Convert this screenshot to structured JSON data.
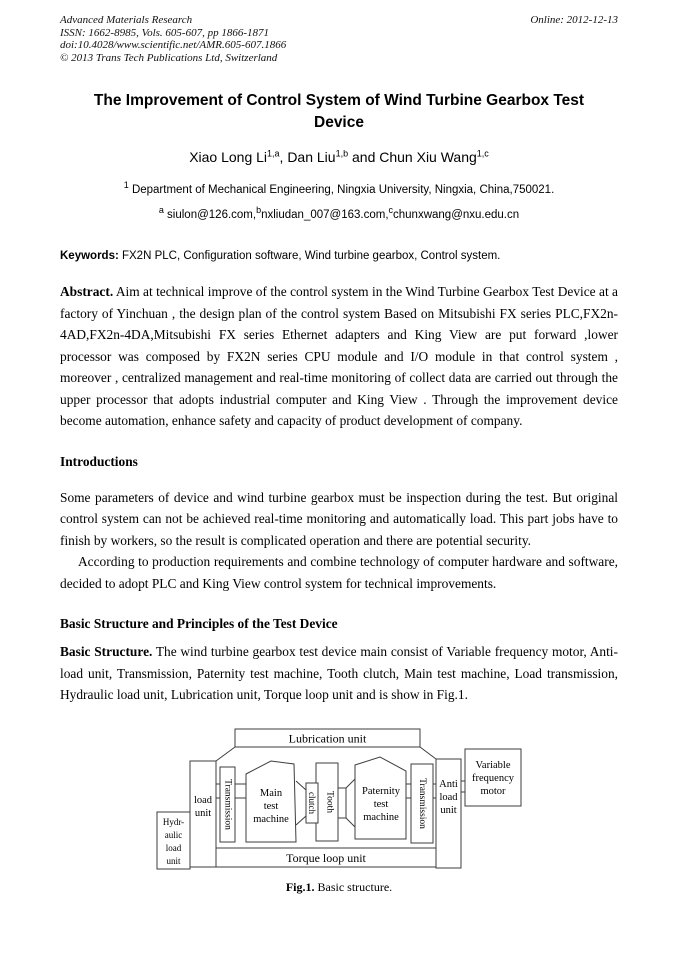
{
  "header": {
    "journal": "Advanced Materials Research",
    "issn": "ISSN: 1662-8985, Vols. 605-607, pp 1866-1871",
    "doi": "doi:10.4028/www.scientific.net/AMR.605-607.1866",
    "copyright": "© 2013 Trans Tech Publications Ltd, Switzerland",
    "online": "Online: 2012-12-13"
  },
  "title": "The Improvement of Control System of Wind Turbine Gearbox Test Device",
  "authors": [
    {
      "name": "Xiao Long Li",
      "sup": "1,a"
    },
    {
      "name": ", Dan Liu",
      "sup": "1,b"
    },
    {
      "name": " and Chun Xiu Wang",
      "sup": "1,c"
    }
  ],
  "affiliation": {
    "sup": "1",
    "text": " Department of Mechanical Engineering, Ningxia University, Ningxia, China,750021."
  },
  "emails": [
    {
      "sup": "a",
      "text": " siulon@126.com,"
    },
    {
      "sup": "b",
      "text": "nxliudan_007@163.com,"
    },
    {
      "sup": "c",
      "text": "chunxwang@nxu.edu.cn"
    }
  ],
  "keywords": {
    "label": "Keywords:",
    "text": " FX2N PLC, Configuration software, Wind turbine gearbox, Control system."
  },
  "abstract": {
    "label": "Abstract.",
    "text": " Aim at technical improve of the control system in the Wind Turbine Gearbox Test Device at a factory of Yinchuan , the design plan of the control system Based on Mitsubishi FX series PLC,FX2n-4AD,FX2n-4DA,Mitsubishi FX series Ethernet adapters and King View are put forward ,lower processor was composed by FX2N series CPU module and I/O module in that control system , moreover , centralized management and real-time monitoring of collect data are carried out through the upper processor that adopts industrial computer and King View . Through the improvement device become automation, enhance safety and capacity of product development of company."
  },
  "introductions": {
    "heading": "Introductions",
    "para1": "Some parameters of device and wind turbine gearbox must be inspection during the test. But original control system can not be achieved real-time monitoring and automatically load. This part jobs have to finish by workers, so the result is complicated operation and there are potential security.",
    "para2": "According to production requirements and combine technology of computer hardware and software, decided to adopt PLC and King View control system for technical improvements."
  },
  "basic_structure": {
    "heading": "Basic Structure and Principles of the Test Device",
    "para_label": "Basic Structure.",
    "para_text": " The wind turbine gearbox test device main consist of Variable frequency motor, Anti-load unit, Transmission, Paternity test machine, Tooth clutch, Main test machine, Load transmission, Hydraulic load unit, Lubrication unit, Torque loop unit and is show in Fig.1."
  },
  "figure": {
    "caption_label": "Fig.1.",
    "caption_text": " Basic structure.",
    "lubrication_unit": "Lubrication unit",
    "torque_loop_unit": "Torque loop unit",
    "transmission_left": "Transmission",
    "transmission_right": "Transmission",
    "clutch": "clutch",
    "tooth": "Tooth",
    "load_unit": [
      "load",
      "unit"
    ],
    "hydraulic": [
      "Hydr-",
      "aulic",
      "load",
      "unit"
    ],
    "main_test": [
      "Main",
      "test",
      "machine"
    ],
    "paternity": [
      "Paternity",
      "test",
      "machine"
    ],
    "anti_load": [
      "Anti",
      "load",
      "unit"
    ],
    "vfm": [
      "Variable",
      "frequency",
      "motor"
    ]
  }
}
